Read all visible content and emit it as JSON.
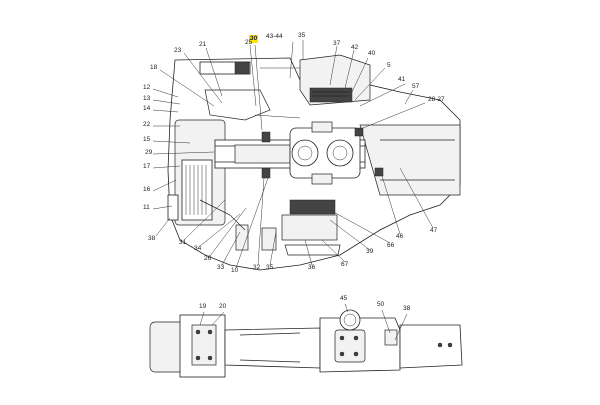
{
  "diagram": {
    "highlight_color": "#ffe600",
    "upper_view": {
      "callouts": {
        "c30": "30",
        "c43_44": "43-44",
        "c35a": "35",
        "c37": "37",
        "c42": "42",
        "c40": "40",
        "c5": "5",
        "c41": "41",
        "c57": "57",
        "c28_27": "28-27",
        "c25": "25",
        "c21": "21",
        "c23": "23",
        "c18": "18",
        "c12": "12",
        "c13": "13",
        "c14": "14",
        "c22": "22",
        "c15": "15",
        "c29": "29",
        "c17": "17",
        "c16": "16",
        "c11": "11",
        "c38a": "38",
        "c31": "31",
        "c34": "34",
        "c26": "26",
        "c33": "33",
        "c10": "10",
        "c32": "32",
        "c35b": "35",
        "c36": "36",
        "c67": "67",
        "c39": "39",
        "c66": "66",
        "c46": "46",
        "c47": "47"
      }
    },
    "lower_view": {
      "callouts": {
        "c19": "19",
        "c20": "20",
        "c45": "45",
        "c50": "50",
        "c38b": "38"
      }
    }
  }
}
